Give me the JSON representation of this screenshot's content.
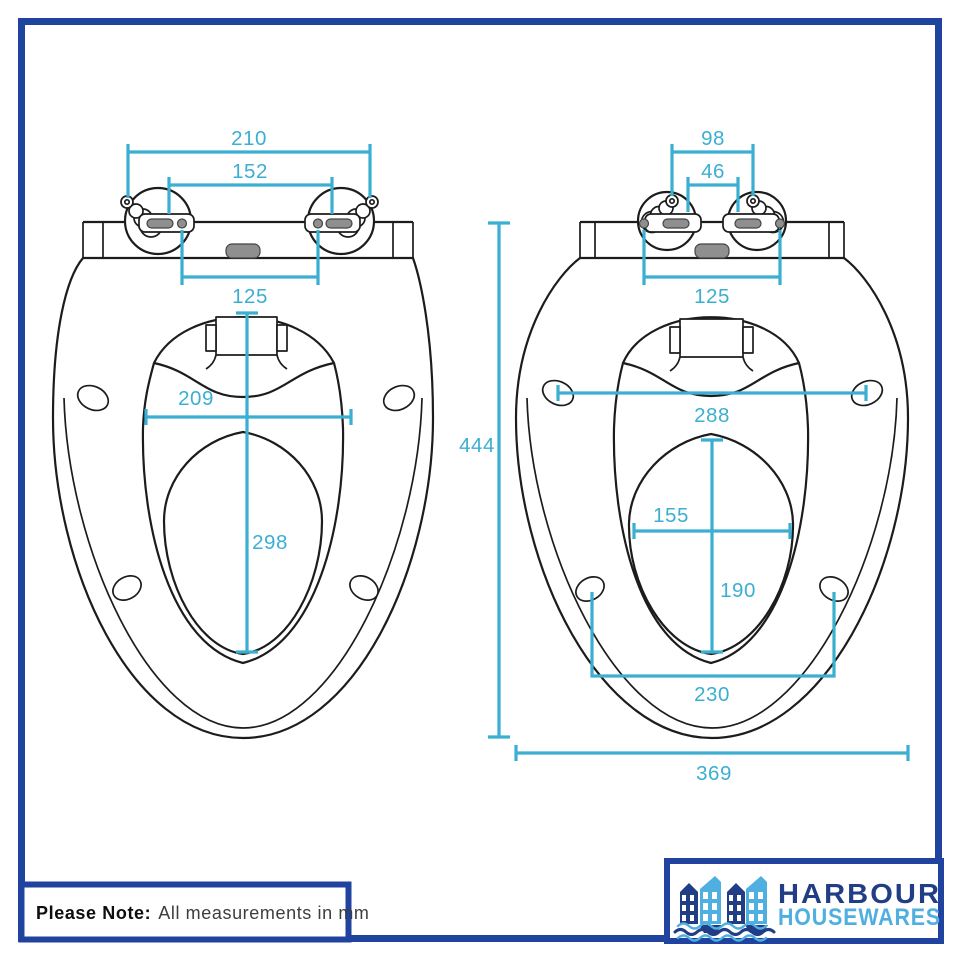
{
  "title": "Toilet seat technical dimensions diagram",
  "colors": {
    "frame_navy": "#2143a0",
    "dimension_cyan": "#3bafd2",
    "logo_navy": "#203d85",
    "logo_light_blue": "#4fafe0",
    "drawing_line": "#1c1c1c",
    "grey_fill": "#8f8f8f"
  },
  "note": {
    "label": "Please Note:",
    "text": "All measurements in mm"
  },
  "logo": {
    "line1": "HARBOUR",
    "line2": "HOUSEWARES"
  },
  "seat_left": {
    "dim_hinge_span": "210",
    "dim_slot_span": "152",
    "dim_fixing_span": "125",
    "dim_inner_width": "209",
    "dim_inner_length": "298"
  },
  "seat_right": {
    "dim_screw_span": "98",
    "dim_slot_span": "46",
    "dim_fixing_span": "125",
    "dim_bumper_span": "288",
    "dim_hole_width": "155",
    "dim_hole_length": "190",
    "dim_front_span": "230",
    "dim_overall_width": "369",
    "dim_overall_length": "444"
  }
}
